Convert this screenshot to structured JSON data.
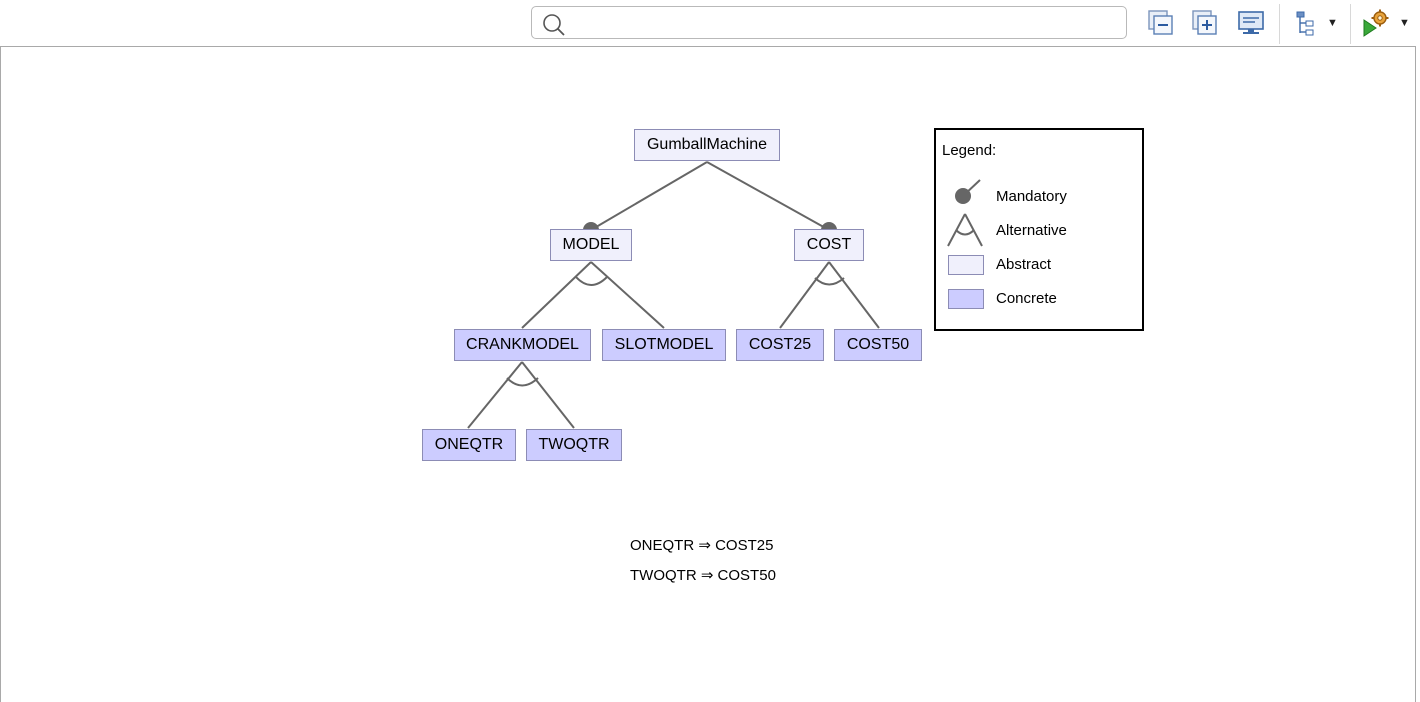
{
  "toolbar": {
    "search": {
      "value": "",
      "placeholder": ""
    },
    "icons": [
      "collapse-all-icon",
      "expand-all-icon",
      "presentation-icon",
      "tree-layout-icon",
      "run-configuration-icon"
    ]
  },
  "diagram": {
    "features": {
      "root": "GumballMachine",
      "model": "MODEL",
      "cost": "COST",
      "crankmodel": "CRANKMODEL",
      "slotmodel": "SLOTMODEL",
      "cost25": "COST25",
      "cost50": "COST50",
      "oneqtr": "ONEQTR",
      "twoqtr": "TWOQTR"
    },
    "constraints": [
      "ONEQTR ⇒ COST25",
      "TWOQTR ⇒ COST50"
    ]
  },
  "legend": {
    "title": "Legend:",
    "mandatory": "Mandatory",
    "alternative": "Alternative",
    "abstract": "Abstract",
    "concrete": "Concrete"
  },
  "colors": {
    "abstract_fill": "#f0f0fc",
    "concrete_fill": "#ccccff",
    "feature_border": "#8c8cb5",
    "connector": "#666666"
  }
}
